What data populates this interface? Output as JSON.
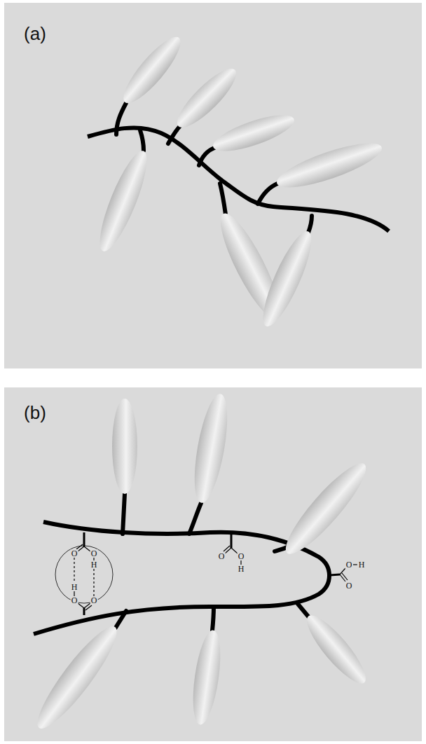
{
  "diagram": {
    "labels": [
      "(a)",
      "(b)",
      "O",
      "O",
      "H",
      "H",
      "O",
      "O",
      "O",
      "O",
      "H",
      "O",
      "H",
      "O"
    ]
  }
}
